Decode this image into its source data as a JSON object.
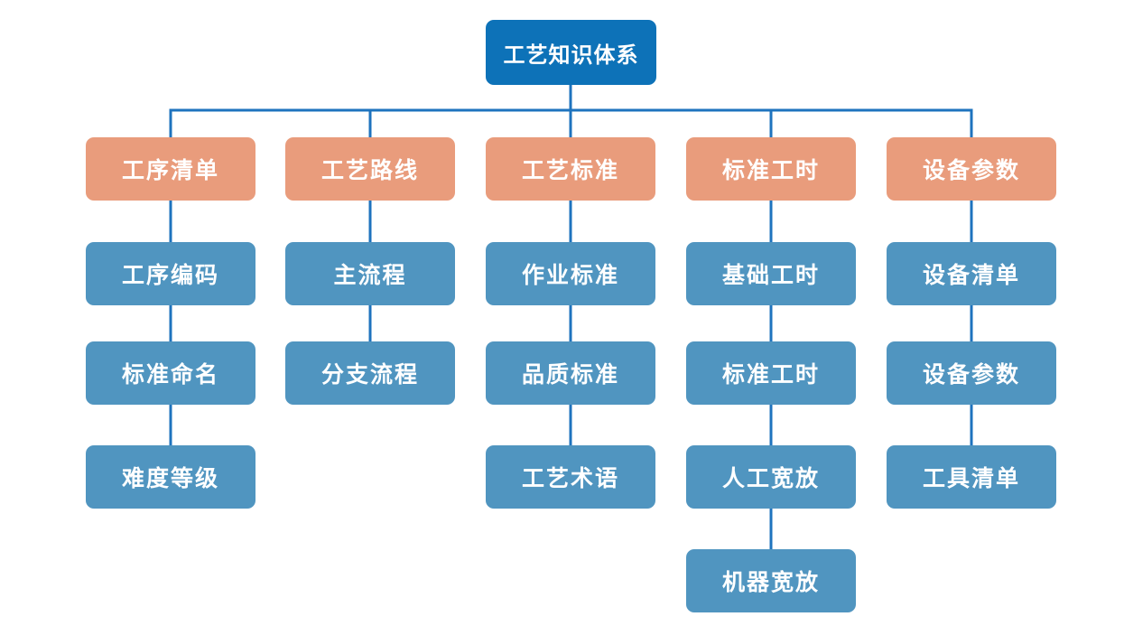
{
  "diagram": {
    "root": {
      "label": "工艺知识体系"
    },
    "columns": [
      {
        "label": "工序清单",
        "children": [
          "工序编码",
          "标准命名",
          "难度等级"
        ]
      },
      {
        "label": "工艺路线",
        "children": [
          "主流程",
          "分支流程"
        ]
      },
      {
        "label": "工艺标准",
        "children": [
          "作业标准",
          "品质标准",
          "工艺术语"
        ]
      },
      {
        "label": "标准工时",
        "children": [
          "基础工时",
          "标准工时",
          "人工宽放",
          "机器宽放"
        ]
      },
      {
        "label": "设备参数",
        "children": [
          "设备清单",
          "设备参数",
          "工具清单"
        ]
      }
    ],
    "colors": {
      "root_bg": "#0d72b8",
      "branch_bg": "#e99c7c",
      "leaf_bg": "#5095c0",
      "line": "#1e73be",
      "text": "#ffffff",
      "background": "#ffffff"
    }
  }
}
